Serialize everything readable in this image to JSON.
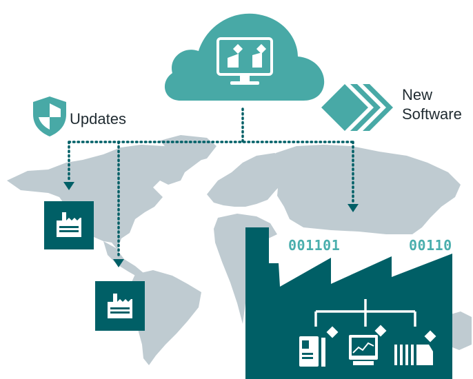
{
  "labels": {
    "updates": "Updates",
    "new_software_line1": "New",
    "new_software_line2": "Software"
  },
  "binary_codes": [
    "001101",
    "00110"
  ],
  "colors": {
    "cloud": "#48a9a6",
    "factory": "#005f66",
    "map": "#bfcbd1",
    "dotted_path": "#005f66",
    "binary_text": "#4aaead",
    "icon_white": "#ffffff"
  },
  "icons": {
    "cloud": "cloud-with-monitor-icon",
    "shield": "shield-icon",
    "new_software": "chevron-stack-icon",
    "small_factory_1": "factory-icon",
    "small_factory_2": "factory-icon",
    "machines": [
      "machine-cabinet-icon",
      "monitor-chart-icon",
      "conveyor-icon"
    ]
  }
}
